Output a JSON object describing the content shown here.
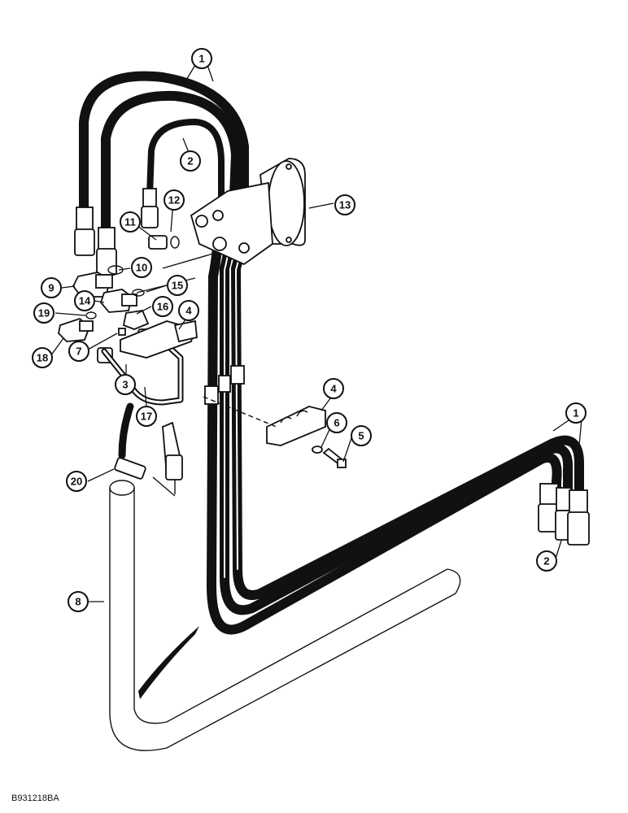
{
  "figure_id": "B931218BA",
  "callouts": [
    {
      "id": "c1a",
      "label": "1"
    },
    {
      "id": "c1b",
      "label": "1"
    },
    {
      "id": "c2a",
      "label": "2"
    },
    {
      "id": "c2b",
      "label": "2"
    },
    {
      "id": "c3",
      "label": "3"
    },
    {
      "id": "c4a",
      "label": "4"
    },
    {
      "id": "c4b",
      "label": "4"
    },
    {
      "id": "c5",
      "label": "5"
    },
    {
      "id": "c6",
      "label": "6"
    },
    {
      "id": "c7",
      "label": "7"
    },
    {
      "id": "c8",
      "label": "8"
    },
    {
      "id": "c9",
      "label": "9"
    },
    {
      "id": "c10",
      "label": "10"
    },
    {
      "id": "c11",
      "label": "11"
    },
    {
      "id": "c12",
      "label": "12"
    },
    {
      "id": "c13",
      "label": "13"
    },
    {
      "id": "c14",
      "label": "14"
    },
    {
      "id": "c15",
      "label": "15"
    },
    {
      "id": "c16",
      "label": "16"
    },
    {
      "id": "c17",
      "label": "17"
    },
    {
      "id": "c18",
      "label": "18"
    },
    {
      "id": "c19",
      "label": "19"
    },
    {
      "id": "c20",
      "label": "20"
    }
  ]
}
